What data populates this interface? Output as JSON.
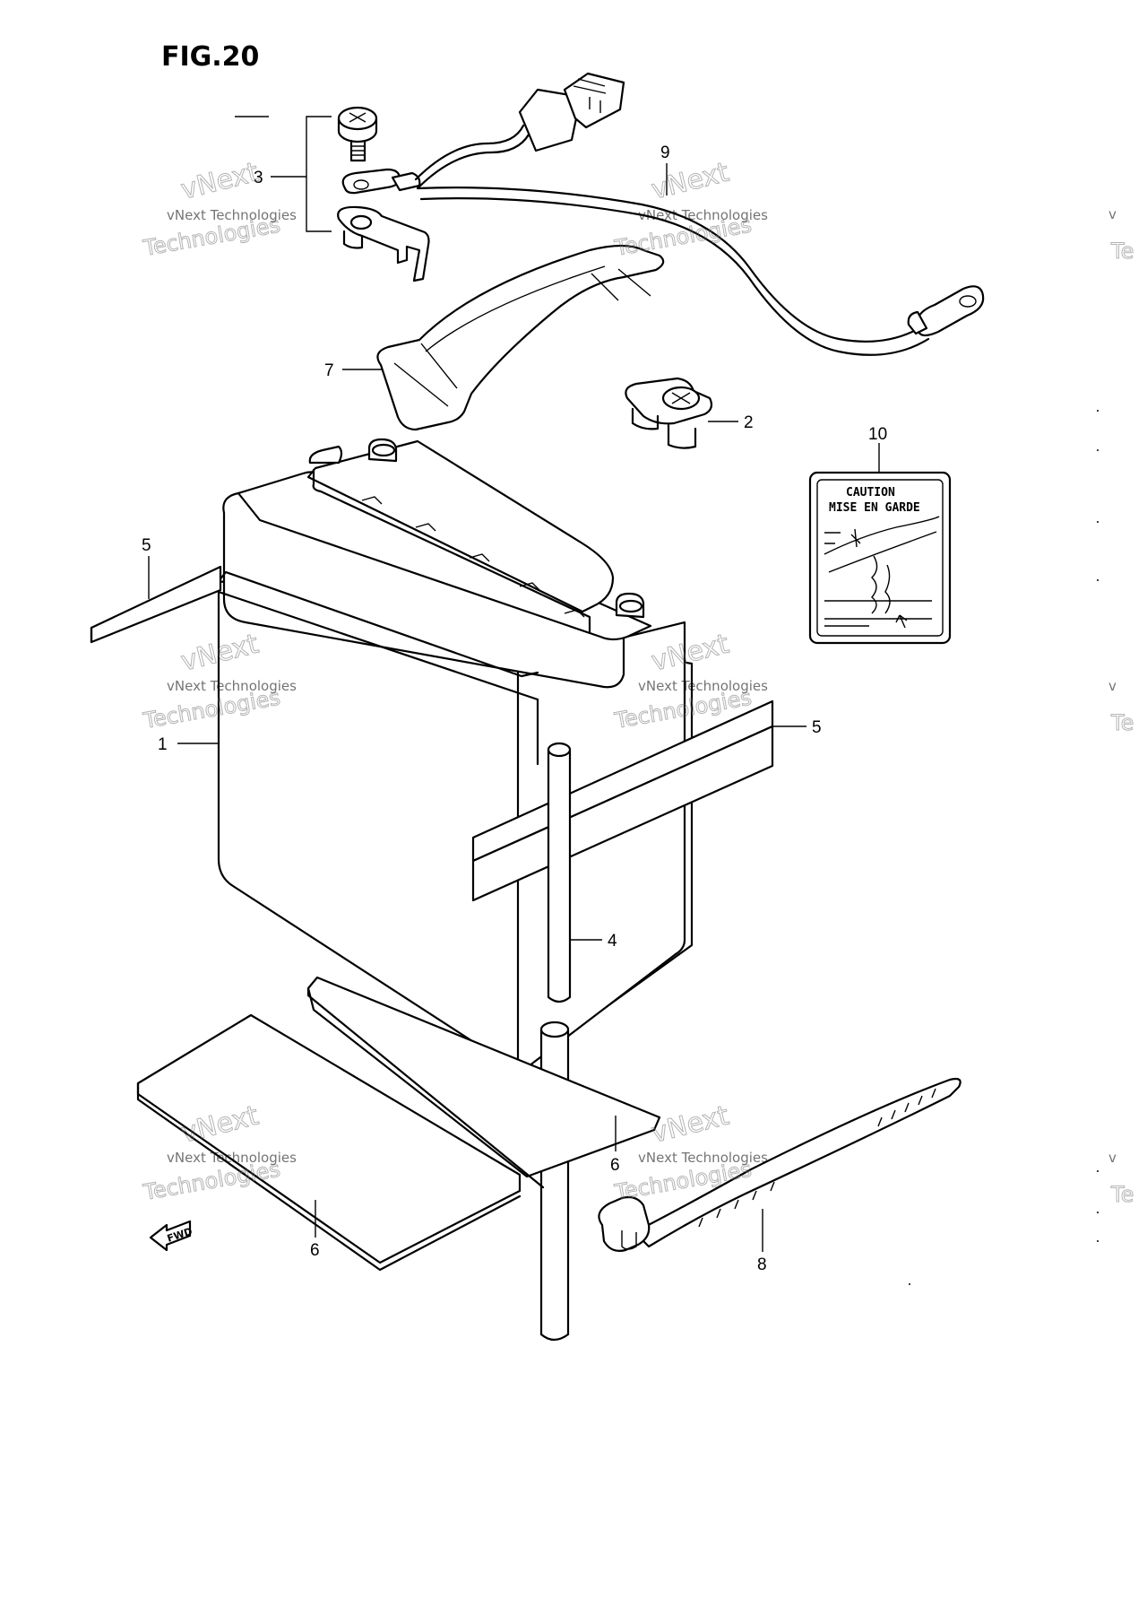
{
  "figure": {
    "title": "FIG.20"
  },
  "callouts": [
    {
      "id": "1",
      "label": "1"
    },
    {
      "id": "2",
      "label": "2"
    },
    {
      "id": "3",
      "label": "3"
    },
    {
      "id": "4",
      "label": "4"
    },
    {
      "id": "5a",
      "label": "5"
    },
    {
      "id": "5b",
      "label": "5"
    },
    {
      "id": "6a",
      "label": "6"
    },
    {
      "id": "6b",
      "label": "6"
    },
    {
      "id": "7",
      "label": "7"
    },
    {
      "id": "8",
      "label": "8"
    },
    {
      "id": "9",
      "label": "9"
    },
    {
      "id": "10",
      "label": "10"
    }
  ],
  "caution_label": {
    "line1": "CAUTION",
    "line2": "MISE EN GARDE"
  },
  "fwd_arrow": {
    "text": "FWD"
  },
  "watermark": {
    "line1": "vNext",
    "line2": "vNext Technologies",
    "line3": "Technologies",
    "edge_v": "v",
    "edge_te": "Te"
  }
}
